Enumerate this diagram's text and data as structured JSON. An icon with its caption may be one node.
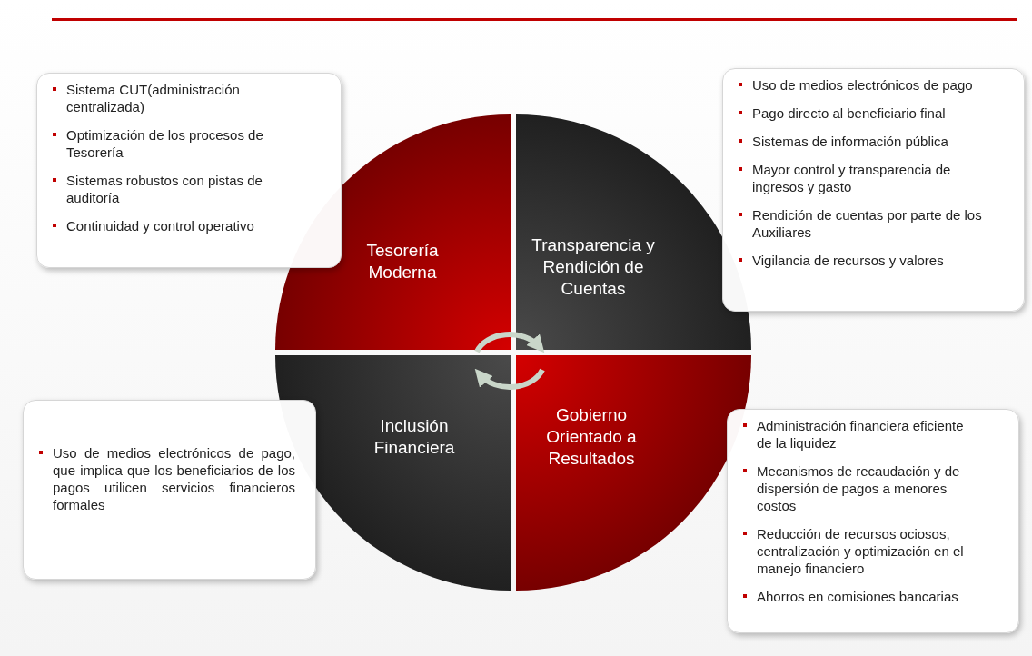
{
  "diagram": {
    "nodes": [
      {
        "text": [
          "Sistema CUT(administración centralizada)",
          "Optimización de los procesos de Tesorería",
          "Sistemas robustos con pistas de auditoría",
          "Continuidad y control operativo"
        ]
      },
      {
        "text": [
          "Tesorería Moderna"
        ]
      },
      {
        "text": [
          "Transparencia y Rendición de Cuentas"
        ]
      },
      {
        "text": [
          "Uso de medios electrónicos de pago",
          "Pago directo al beneficiario final",
          "Sistemas de información pública",
          "Mayor control y transparencia de ingresos y gasto",
          "Rendición de cuentas por parte de los Auxiliares",
          "Vigilancia de recursos y valores"
        ]
      },
      {
        "text": [
          "Uso de medios electrónicos de pago, que implica que los beneficiarios de los pagos utilicen servicios financieros formales"
        ]
      },
      {
        "text": [
          "Inclusión Financiera"
        ]
      },
      {
        "text": [
          "Gobierno Orientado a Resultados"
        ]
      },
      {
        "text": [
          "Administración financiera eficiente de la liquidez",
          "Mecanismos de recaudación y de dispersión de pagos a menores costos",
          "Reducción de recursos ociosos, centralización y optimización en el manejo financiero",
          "Ahorros en comisiones bancarias"
        ]
      }
    ],
    "edges": [
      {
        "from": 1,
        "to": 2,
        "arrow": "to"
      },
      {
        "from": 6,
        "to": 5,
        "arrow": "to"
      }
    ]
  }
}
